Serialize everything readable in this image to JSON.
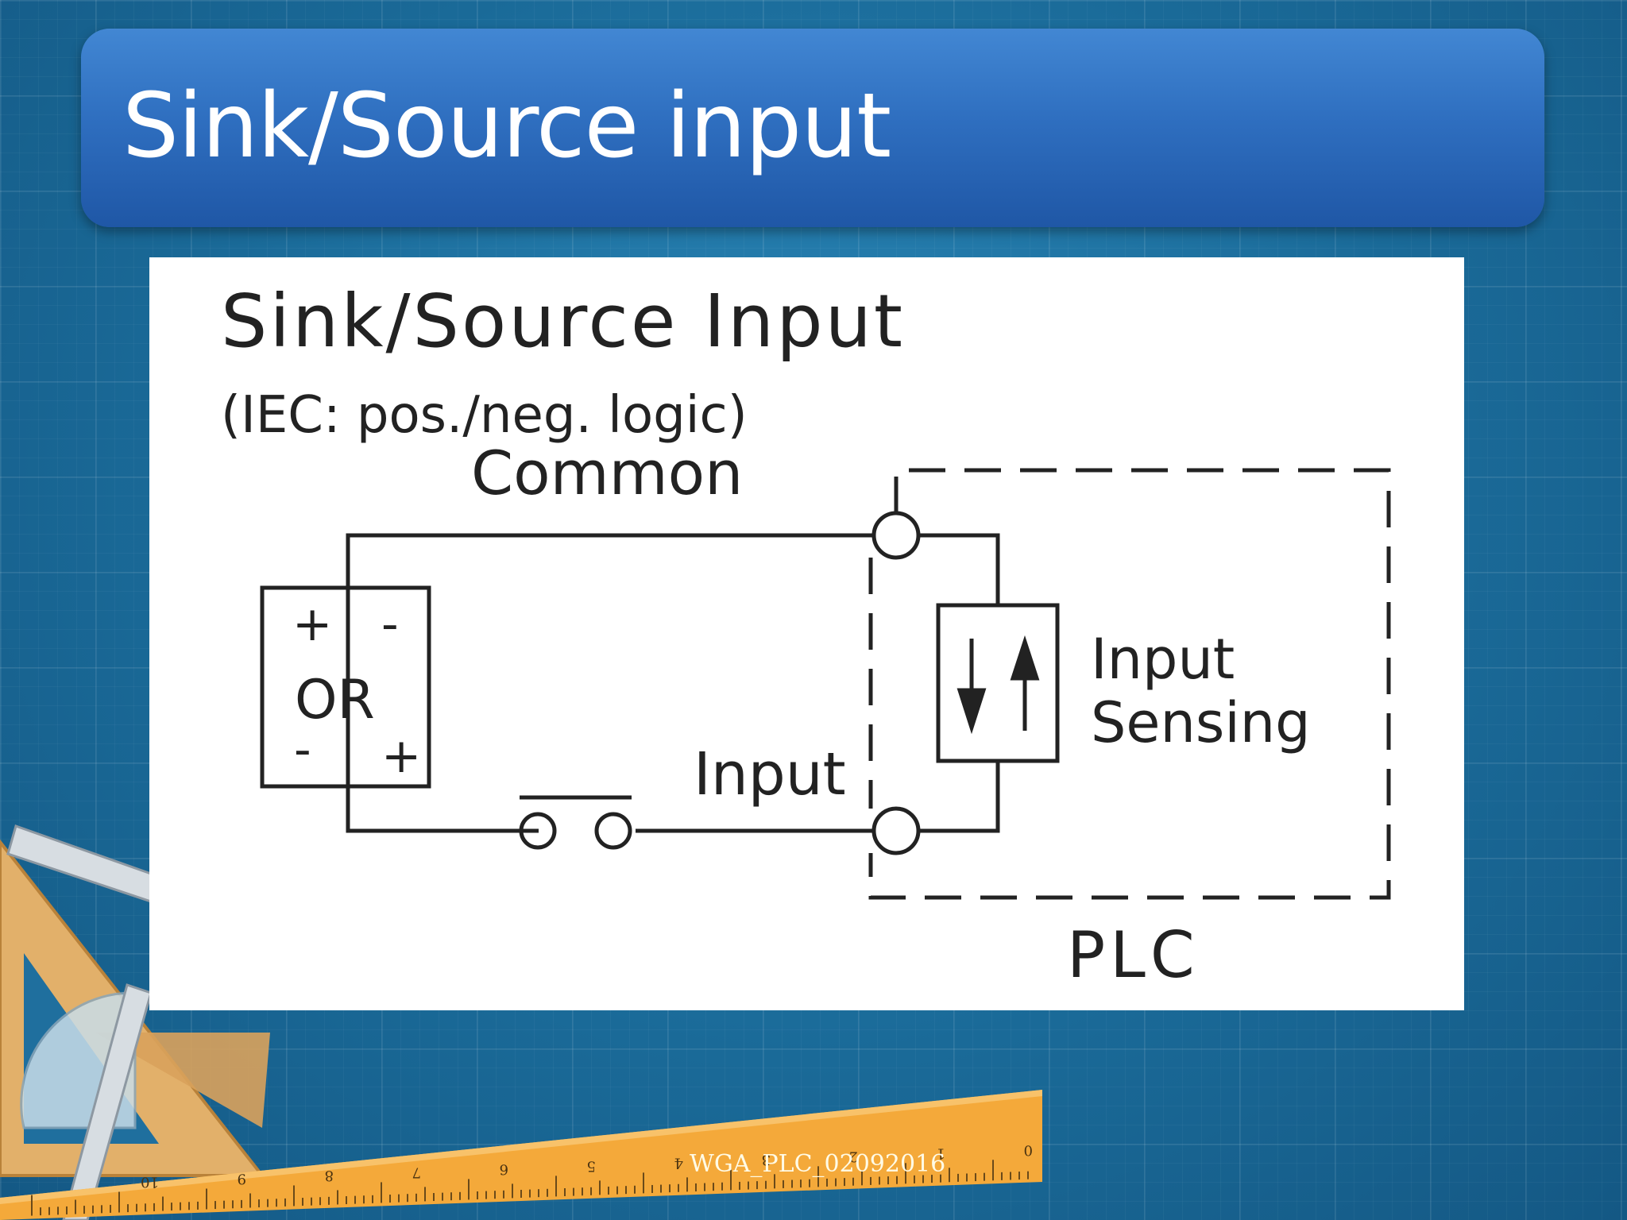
{
  "slide": {
    "title": "Sink/Source input",
    "footer": "WGA_PLC_02092016"
  },
  "diagram": {
    "heading": "Sink/Source Input",
    "subheading": "(IEC: pos./neg. logic)",
    "common_label": "Common",
    "input_label": "Input",
    "supply_plus_top": "+",
    "supply_minus_top": "-",
    "supply_or": "OR",
    "supply_minus_bottom": "-",
    "supply_plus_bottom": "+",
    "sensing_line1": "Input",
    "sensing_line2": "Sensing",
    "plc_label": "PLC"
  },
  "ruler_numbers": [
    "10",
    "9",
    "8",
    "7",
    "6",
    "5",
    "4",
    "3",
    "2",
    "1",
    "0"
  ],
  "colors": {
    "title_bar": "#2f6fc0",
    "background": "#1f6f9e",
    "ruler": "#f4a93a",
    "diagram_ink": "#222222"
  }
}
